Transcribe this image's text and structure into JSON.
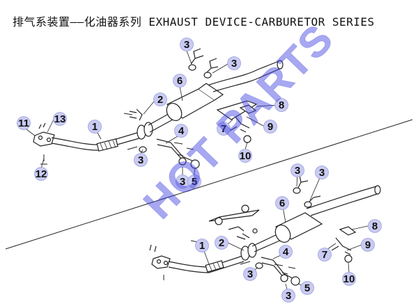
{
  "title": "排气系装置——化油器系列 EXHAUST DEVICE-CARBURETOR SERIES",
  "watermark": "HOT PARTS",
  "colors": {
    "callout_fill": "#c9cbf2",
    "callout_stroke": "#9aa0dd",
    "callout_text": "#111111",
    "line": "#222222",
    "watermark": "#3b3fe0"
  },
  "callouts": {
    "upper": {
      "c1": "1",
      "c2": "2",
      "c3a": "3",
      "c3b": "3",
      "c3c": "3",
      "c3d": "3",
      "c4": "4",
      "c5": "5",
      "c6": "6",
      "c7": "7",
      "c8": "8",
      "c9": "9",
      "c10": "10",
      "c11": "11",
      "c12": "12",
      "c13": "13"
    },
    "lower": {
      "c1": "1",
      "c2": "2",
      "c3a": "3",
      "c3b": "3",
      "c3c": "3",
      "c3d": "3",
      "c4": "4",
      "c5": "5",
      "c6": "6",
      "c7": "7",
      "c8": "8",
      "c9": "9",
      "c10": "10"
    }
  }
}
